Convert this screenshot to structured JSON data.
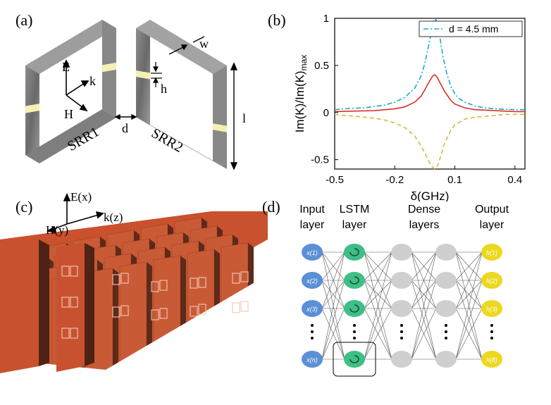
{
  "panels": {
    "a": {
      "label": "(a)",
      "srr1": "SRR1",
      "srr2": "SRR2",
      "axes": {
        "e": "E",
        "k": "k",
        "h": "H"
      },
      "dims": {
        "d": "d",
        "h": "h",
        "w": "w",
        "l": "l"
      }
    },
    "b": {
      "label": "(b)"
    },
    "c": {
      "label": "(c)",
      "axes": {
        "e": "E(x)",
        "k": "k(z)",
        "h": "H(y)"
      }
    },
    "d": {
      "label": "(d)",
      "layers": [
        "Input\nlayer",
        "LSTM\nlayer",
        "Dense\nlayers",
        "",
        "Output\nlayer"
      ],
      "input_nodes": [
        "x(1)",
        "x(2)",
        "x(3)",
        "x(n)"
      ],
      "output_nodes": [
        "h(1)",
        "h(2)",
        "h(3)",
        "h(8)"
      ],
      "colors": {
        "input": "#5b8fd6",
        "lstm": "#3dbf86",
        "dense": "#cfcfcf",
        "output": "#ecd81e"
      }
    }
  },
  "chart_data": {
    "type": "line",
    "xlabel": "δ(GHz)",
    "ylabel": "Im(K)/Im(K)max",
    "xlim": [
      -0.5,
      0.45
    ],
    "ylim": [
      -0.6,
      1.0
    ],
    "xticks": [
      "-0.5",
      "-0.2",
      "0.1",
      "0.4"
    ],
    "yticks": [
      "-0.5",
      "0",
      "0.5",
      "1"
    ],
    "legend": {
      "position": "top-right",
      "entry": "d = 4.5 mm"
    },
    "series": [
      {
        "name": "d = 4.5 mm",
        "style": "dash-dot",
        "color": "#1ba7c9",
        "x": [
          -0.5,
          -0.45,
          -0.4,
          -0.35,
          -0.3,
          -0.25,
          -0.2,
          -0.15,
          -0.1,
          -0.07,
          -0.05,
          -0.03,
          -0.01,
          0,
          0.01,
          0.02,
          0.03,
          0.04,
          0.06,
          0.08,
          0.1,
          0.12,
          0.15,
          0.2,
          0.25,
          0.3,
          0.35,
          0.4,
          0.45
        ],
        "y": [
          0.03,
          0.04,
          0.045,
          0.05,
          0.065,
          0.08,
          0.11,
          0.16,
          0.26,
          0.38,
          0.52,
          0.72,
          0.93,
          1.0,
          0.97,
          0.87,
          0.74,
          0.6,
          0.41,
          0.28,
          0.2,
          0.15,
          0.11,
          0.07,
          0.05,
          0.04,
          0.035,
          0.03,
          0.03
        ]
      },
      {
        "style": "solid",
        "color": "#d9302a",
        "x": [
          -0.5,
          -0.4,
          -0.3,
          -0.2,
          -0.15,
          -0.1,
          -0.07,
          -0.05,
          -0.03,
          -0.01,
          0,
          0.01,
          0.03,
          0.05,
          0.08,
          0.1,
          0.15,
          0.2,
          0.3,
          0.4,
          0.45
        ],
        "y": [
          0.01,
          0.015,
          0.02,
          0.04,
          0.06,
          0.11,
          0.17,
          0.24,
          0.32,
          0.39,
          0.4,
          0.38,
          0.3,
          0.22,
          0.13,
          0.09,
          0.05,
          0.03,
          0.02,
          0.01,
          0.01
        ]
      },
      {
        "style": "dashed",
        "color": "#e0b53a",
        "x": [
          -0.5,
          -0.45,
          -0.4,
          -0.35,
          -0.3,
          -0.25,
          -0.2,
          -0.15,
          -0.1,
          -0.07,
          -0.05,
          -0.03,
          -0.01,
          0,
          0.01,
          0.02,
          0.03,
          0.05,
          0.08,
          0.1,
          0.15,
          0.2,
          0.25,
          0.3,
          0.35,
          0.4,
          0.45
        ],
        "y": [
          -0.02,
          -0.03,
          -0.04,
          -0.05,
          -0.06,
          -0.08,
          -0.11,
          -0.16,
          -0.25,
          -0.35,
          -0.43,
          -0.52,
          -0.58,
          -0.6,
          -0.58,
          -0.53,
          -0.46,
          -0.32,
          -0.19,
          -0.13,
          -0.07,
          -0.05,
          -0.04,
          -0.03,
          -0.02,
          -0.02,
          -0.02
        ]
      }
    ]
  }
}
